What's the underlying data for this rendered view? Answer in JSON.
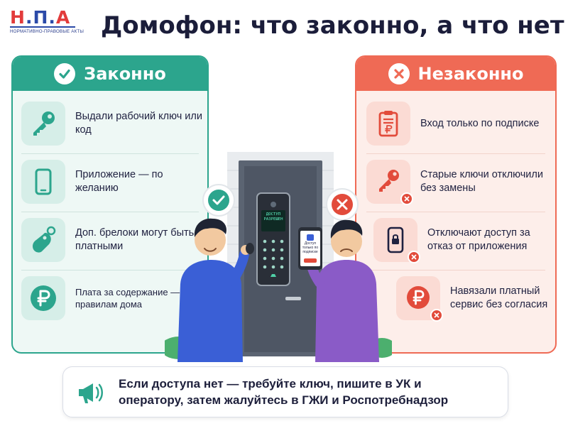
{
  "logo": {
    "word_1": "Н",
    "word_2": "П",
    "word_3": "А",
    "dot_1": ".",
    "dot_2": ".",
    "subtitle": "НОРМАТИВНО-ПРАВОВЫЕ АКТЫ"
  },
  "title": "Домофон: что законно, а что нет",
  "legal": {
    "label": "Законно",
    "accent": "#2ca58d",
    "items": [
      {
        "icon": "key-icon",
        "text": "Выдали рабочий ключ или код"
      },
      {
        "icon": "smartphone-icon",
        "text": "Приложение — по желанию"
      },
      {
        "icon": "key-fob-icon",
        "text": "Доп. брелоки могут быть платными"
      },
      {
        "icon": "ruble-coin-icon",
        "text": "Плата за содержание — по правилам дома"
      }
    ]
  },
  "illegal": {
    "label": "Незаконно",
    "accent": "#ef6a55",
    "items": [
      {
        "icon": "subscription-invoice-icon",
        "text": "Вход только по подписке"
      },
      {
        "icon": "disabled-key-icon",
        "text": "Старые ключи отключили без замены"
      },
      {
        "icon": "locked-phone-icon",
        "text": "Отключают доступ за отказ от приложения"
      },
      {
        "icon": "ruble-blocked-icon",
        "text": "Навязали платный сервис без согласия"
      }
    ]
  },
  "intercom": {
    "screen_text": "ДОСТУП РАЗРЕШЕН",
    "phone_text": "Доступ только по подписке"
  },
  "notice": {
    "icon": "megaphone-icon",
    "text": "Если доступа нет — требуйте ключ, пишите в УК и оператору, затем жалуйтесь в ГЖИ и Роспотребнадзор"
  }
}
